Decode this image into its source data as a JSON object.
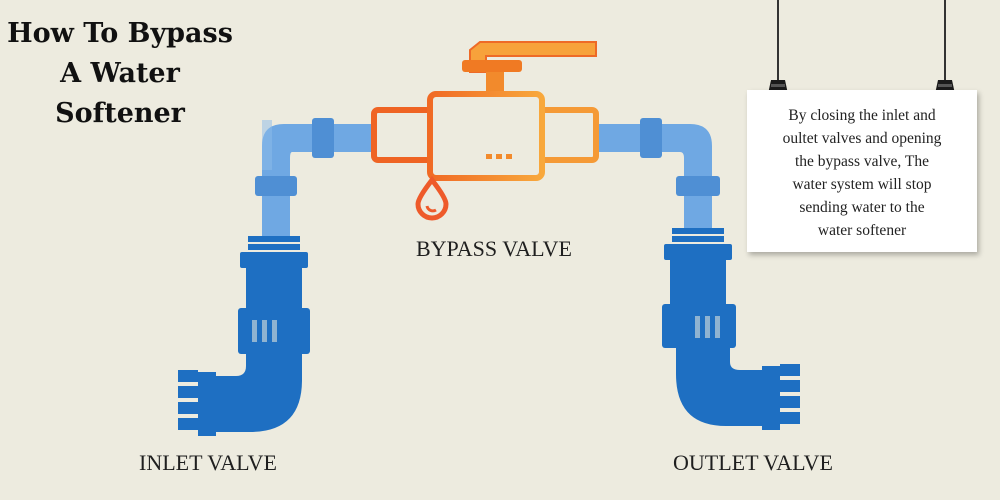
{
  "title": {
    "lines": [
      "How To Bypass",
      "A Water",
      "Softener"
    ]
  },
  "labels": {
    "bypass": "BYPASS VALVE",
    "inlet": "INLET VALVE",
    "outlet": "OUTLET VALVE"
  },
  "note": {
    "lines": [
      "By closing the inlet and",
      "oultet valves and opening",
      "the bypass valve, The",
      "water system will stop",
      "sending water to the",
      "water softener"
    ]
  },
  "colors": {
    "background": "#edebdf",
    "pipe_light": "#6fa8e3",
    "pipe_light_dark": "#4f8fd4",
    "pipe_dark": "#1e6fc2",
    "pipe_dark_edge": "#15569d",
    "valve_orange_start": "#f07a23",
    "valve_orange_end": "#f7a23b",
    "valve_red": "#ee5a2a",
    "note_background": "#ffffff"
  },
  "icons": [
    "water-drop-icon",
    "valve-handle-icon",
    "binder-clip-icon"
  ]
}
